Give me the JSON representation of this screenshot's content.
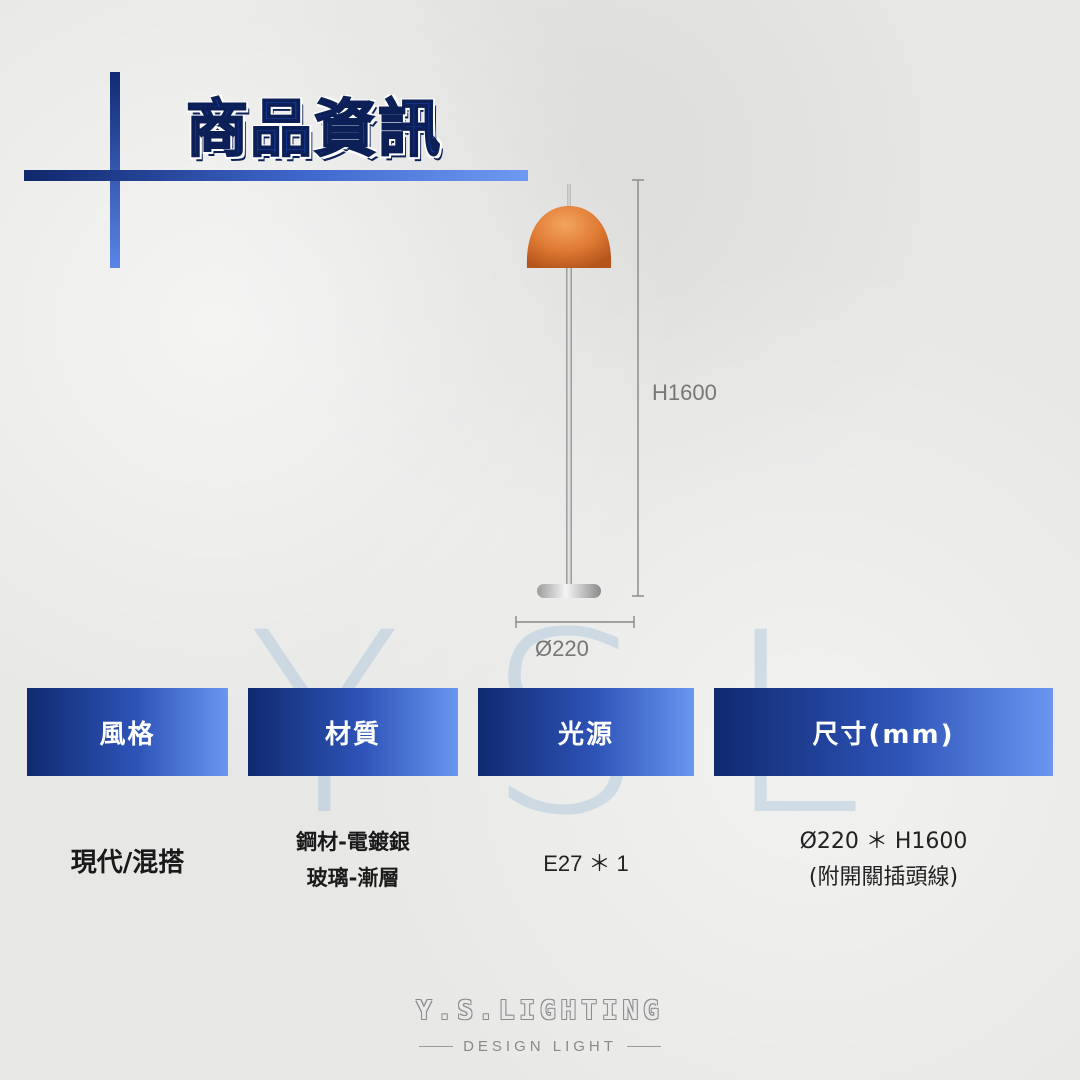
{
  "title": "商品資訊",
  "watermark": {
    "letters": [
      "Y",
      "S",
      "L"
    ]
  },
  "dimensions": {
    "height": "H1600",
    "diameter": "Ø220"
  },
  "colors": {
    "header_dark": "#102a70",
    "header_light": "#6a96f0",
    "lamp_shade": "#e07a34",
    "title_blue": "#1746b8"
  },
  "specs": {
    "headers": [
      "風格",
      "材質",
      "光源",
      "尺寸(mm)"
    ],
    "style": "現代/混搭",
    "material": [
      "鋼材-電鍍銀",
      "玻璃-漸層"
    ],
    "light_source": "E27 ＊ 1",
    "size": [
      "Ø220 ＊ H1600",
      "(附開關插頭線)"
    ]
  },
  "brand": {
    "name": "Y.S.LIGHTING",
    "tagline": "DESIGN LIGHT"
  }
}
